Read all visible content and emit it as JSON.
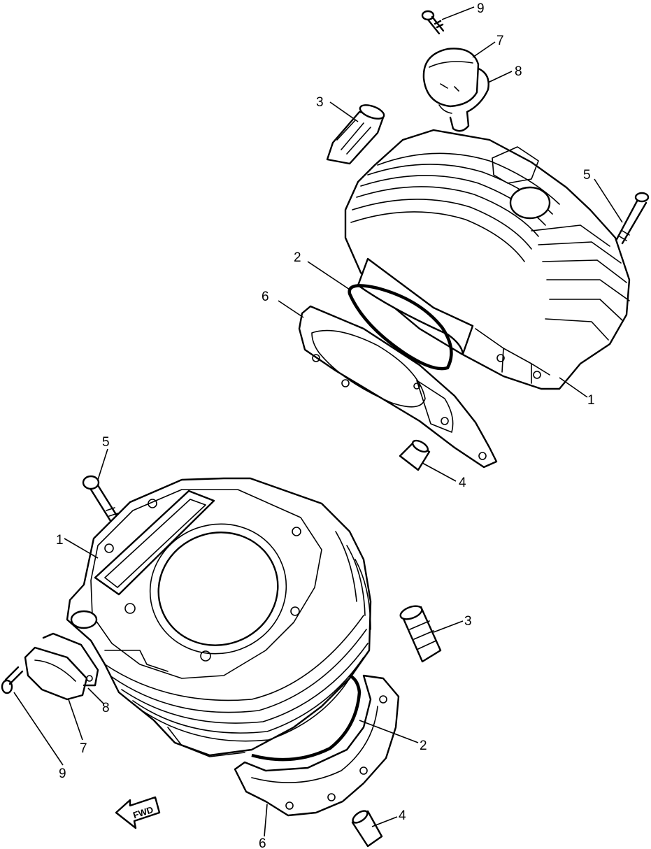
{
  "diagram": {
    "callouts_upper": [
      {
        "id": "u9",
        "text": "9"
      },
      {
        "id": "u7",
        "text": "7"
      },
      {
        "id": "u8",
        "text": "8"
      },
      {
        "id": "u3",
        "text": "3"
      },
      {
        "id": "u5",
        "text": "5"
      },
      {
        "id": "u2",
        "text": "2"
      },
      {
        "id": "u6",
        "text": "6"
      },
      {
        "id": "u1",
        "text": "1"
      },
      {
        "id": "u4",
        "text": "4"
      }
    ],
    "callouts_lower": [
      {
        "id": "l5",
        "text": "5"
      },
      {
        "id": "l1",
        "text": "1"
      },
      {
        "id": "l3",
        "text": "3"
      },
      {
        "id": "l2",
        "text": "2"
      },
      {
        "id": "l8",
        "text": "8"
      },
      {
        "id": "l7",
        "text": "7"
      },
      {
        "id": "l9",
        "text": "9"
      },
      {
        "id": "l4",
        "text": "4"
      },
      {
        "id": "l6",
        "text": "6"
      }
    ],
    "front_arrow_label": "FWD"
  }
}
